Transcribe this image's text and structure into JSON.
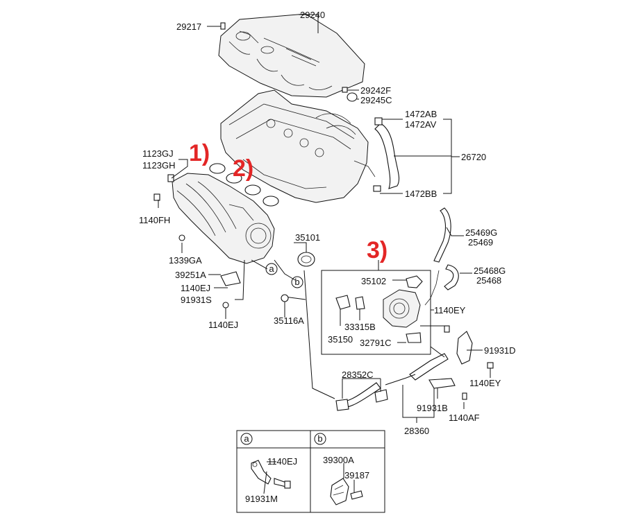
{
  "callouts": {
    "c1": "1)",
    "c2": "2)",
    "c3": "3)"
  },
  "labels": {
    "p29240": "29240",
    "p29217": "29217",
    "p29242F": "29242F",
    "p29245C": "29245C",
    "p1472AB": "1472AB",
    "p1472AV": "1472AV",
    "p26720": "26720",
    "p1472BB": "1472BB",
    "p1123GJ": "1123GJ",
    "p1123GH": "1123GH",
    "p1140FH": "1140FH",
    "p1339GA": "1339GA",
    "p35101": "35101",
    "p25469G": "25469G",
    "p25469": "25469",
    "p25468G": "25468G",
    "p25468": "25468",
    "p39251A": "39251A",
    "p1140EJ_a": "1140EJ",
    "p91931S": "91931S",
    "p1140EJ_b": "1140EJ",
    "p35116A": "35116A",
    "p35102": "35102",
    "p1140EY_a": "1140EY",
    "p33315B": "33315B",
    "p35150": "35150",
    "p32791C": "32791C",
    "p91931D": "91931D",
    "p1140EY_b": "1140EY",
    "p28352C": "28352C",
    "p91931B": "91931B",
    "p1140AF": "1140AF",
    "p28360": "28360"
  },
  "circle_refs": {
    "a": "a",
    "b": "b"
  },
  "inset": {
    "a_title": "a",
    "b_title": "b",
    "a_p1140EJ": "1140EJ",
    "a_p91931M": "91931M",
    "b_p39300A": "39300A",
    "b_p39187": "39187"
  },
  "colors": {
    "callout": "#e32626",
    "line": "#111111"
  }
}
